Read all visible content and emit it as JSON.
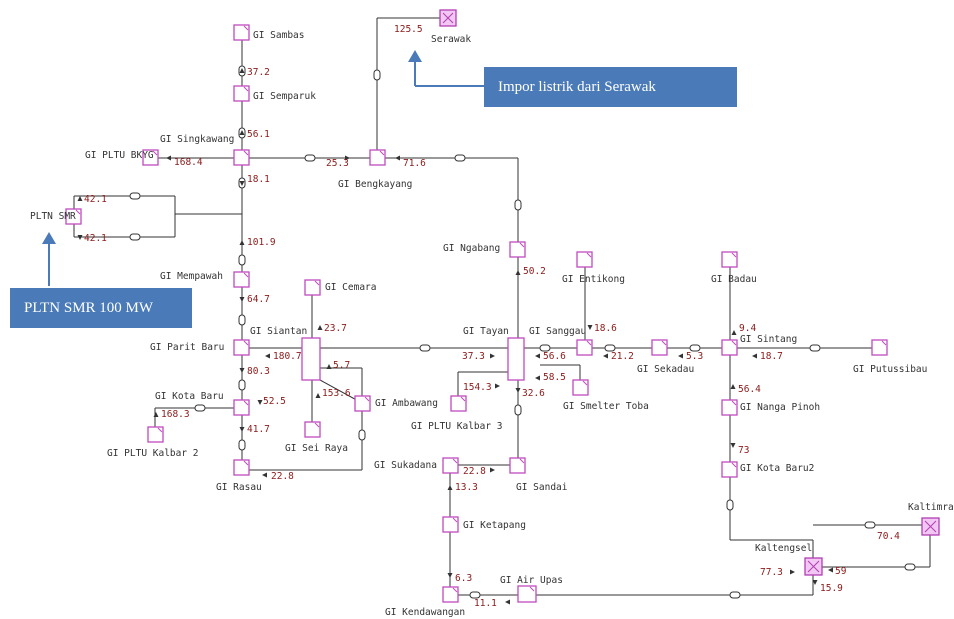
{
  "substations": {
    "sambas": "GI Sambas",
    "semparuk": "GI Semparuk",
    "singkawang": "GI Singkawang",
    "pltu_bkyg": "GI PLTU BKYG",
    "bengkayang": "GI Bengkayang",
    "serawak": "Serawak",
    "pltn_smr": "PLTN SMR",
    "mempawah": "GI Mempawah",
    "cemara": "GI Cemara",
    "siantan": "GI Siantan",
    "parit_baru": "GI Parit Baru",
    "kota_baru": "GI Kota Baru",
    "ambawang": "GI Ambawang",
    "sei_raya": "GI Sei Raya",
    "pltu_kalbar2": "GI PLTU Kalbar 2",
    "rasau": "GI Rasau",
    "ngabang": "GI Ngabang",
    "entikong": "GI Entikong",
    "tayan": "GI Tayan",
    "sanggau": "GI Sanggau",
    "sekadau": "GI Sekadau",
    "smelter_toba": "GI Smelter Toba",
    "pltu_kalbar3": "GI PLTU Kalbar 3",
    "sukadana": "GI Sukadana",
    "sandai": "GI Sandai",
    "ketapang": "GI Ketapang",
    "air_upas": "GI Air Upas",
    "kendawangan": "GI Kendawangan",
    "badau": "GI Badau",
    "sintang": "GI Sintang",
    "putussibau": "GI Putussibau",
    "nanga_pinoh": "GI Nanga Pinoh",
    "kota_baru2": "GI Kota Baru2",
    "kaltengsel": "Kaltengsel",
    "kaltimra": "Kaltimra"
  },
  "flows": {
    "sambas_semparuk": "37.2",
    "semparuk_singkawang": "56.1",
    "pltu_bkyg": "168.4",
    "singkawang_south": "18.1",
    "singkawang_bengkayang": "25.3",
    "bengkayang_east": "71.6",
    "serawak": "125.5",
    "pltn_top": "42.1",
    "pltn_bottom": "42.1",
    "mempawah_north": "101.9",
    "mempawah_south": "64.7",
    "cemara": "23.7",
    "parit_baru": "180.7",
    "siantan_south": "80.3",
    "siantan_east": "5.7",
    "sei_raya": "153.6",
    "kota_baru_north": "52.5",
    "pltu_kalbar2": "168.3",
    "kota_baru_south": "41.7",
    "rasau": "22.8",
    "ngabang": "50.2",
    "entikong": "18.6",
    "tayan_west": "37.3",
    "tayan_sanggau": "56.6",
    "sanggau_sekadau": "21.2",
    "sekadau_sintang": "5.3",
    "smelter": "58.5",
    "pltu_kalbar3": "154.3",
    "tayan_south": "32.6",
    "sandai": "22.8",
    "sukadana_south": "13.3",
    "ketapang_south": "6.3",
    "air_upas": "11.1",
    "badau": "9.4",
    "sintang_east": "18.7",
    "sintang_south": "56.4",
    "nanga_pinoh_south": "73",
    "kaltimra": "70.4",
    "kaltengsel_west": "77.3",
    "kaltengsel_east": "59",
    "kaltengsel_south": "15.9"
  },
  "callouts": {
    "serawak_import": "Impor listrik dari Serawak",
    "pltn_smr": "PLTN SMR 100 MW"
  },
  "colors": {
    "bus_outline": "#c04bc0",
    "external_fill": "#f3c7f3",
    "flow_value": "#8b1a1a",
    "callout": "#4a7ab8",
    "callout_arrow": "#4a7ab8"
  }
}
